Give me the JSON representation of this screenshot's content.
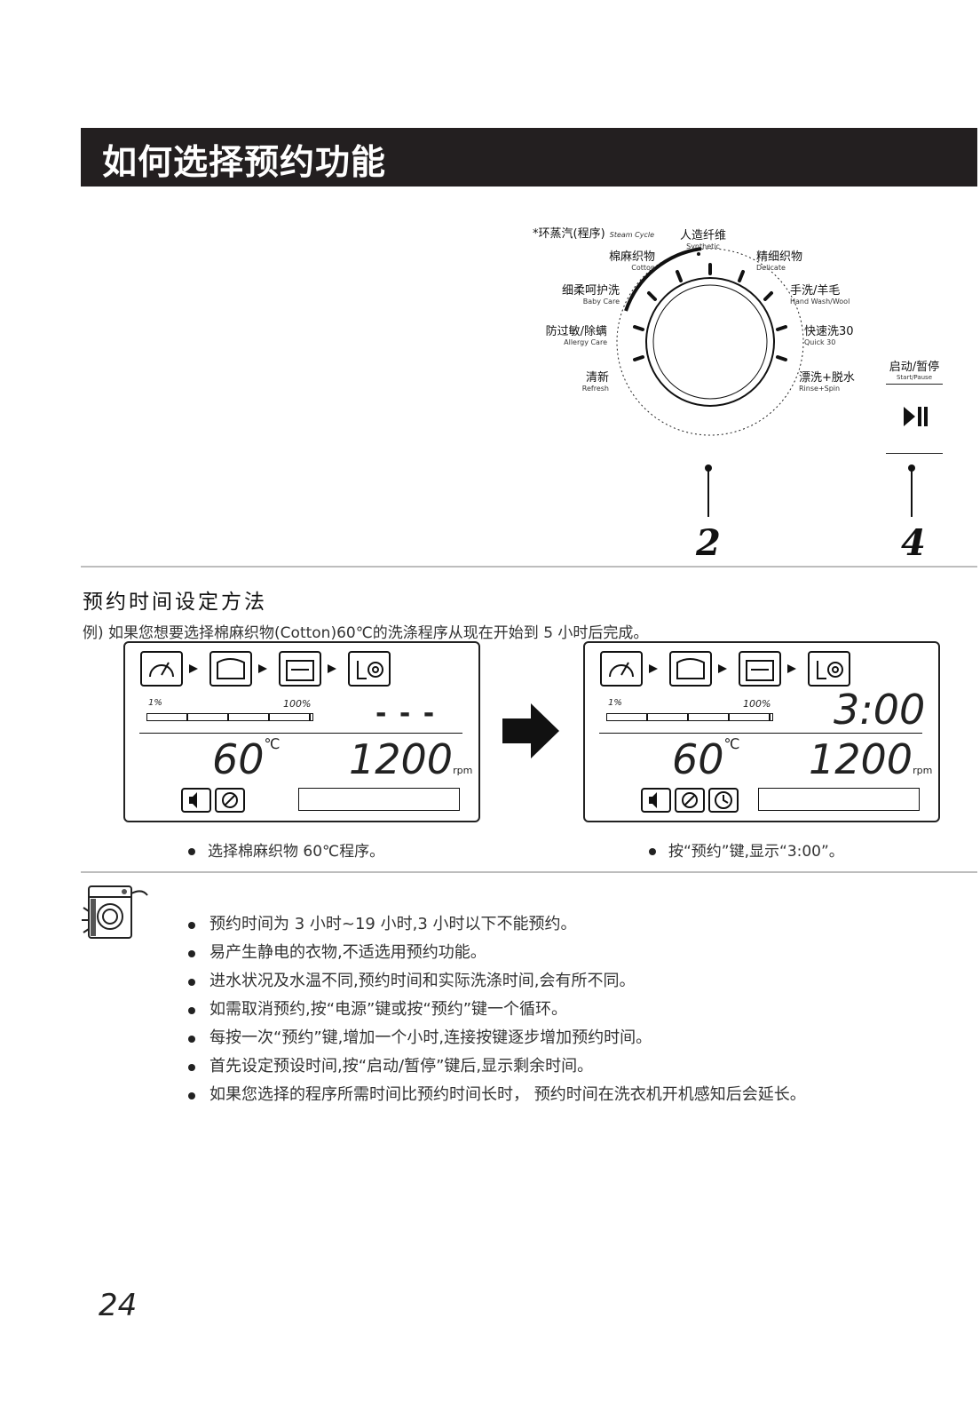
{
  "header": {
    "title": "如何选择预约功能"
  },
  "dial": {
    "labels": [
      {
        "id": "steam",
        "cn": "*环蒸汽(程序)",
        "en": "Steam Cycle"
      },
      {
        "id": "synthetic",
        "cn": "人造纤维",
        "en": "Synthetic"
      },
      {
        "id": "cotton",
        "cn": "棉麻织物",
        "en": "Cotton"
      },
      {
        "id": "delicate",
        "cn": "精细织物",
        "en": "Delicate"
      },
      {
        "id": "babycare",
        "cn": "细柔呵护洗",
        "en": "Baby Care"
      },
      {
        "id": "handwash",
        "cn": "手洗/羊毛",
        "en": "Hand Wash/Wool"
      },
      {
        "id": "allergy",
        "cn": "防过敏/除螨",
        "en": "Allergy Care"
      },
      {
        "id": "quick",
        "cn": "快速洗30",
        "en": "Quick 30"
      },
      {
        "id": "refresh",
        "cn": "清新",
        "en": "Refresh"
      },
      {
        "id": "rinse",
        "cn": "漂洗+脱水",
        "en": "Rinse+Spin"
      }
    ]
  },
  "start_pause": {
    "cn": "启动/暂停",
    "en": "Start/Pause",
    "icon": "play-pause-icon"
  },
  "steps": {
    "dial": "2",
    "start": "4"
  },
  "section": {
    "heading": "预约时间设定方法",
    "example": "例) 如果您想要选择棉麻织物(Cotton)60℃的洗涤程序从现在开始到 5 小时后完成。"
  },
  "panels": [
    {
      "bar_left": "1%",
      "bar_right": "100%",
      "time": "- - -",
      "temp": "60",
      "temp_unit": "℃",
      "spin": "1200",
      "spin_unit": "rpm",
      "caption": "选择棉麻织物 60℃程序。"
    },
    {
      "bar_left": "1%",
      "bar_right": "100%",
      "time": "3:00",
      "temp": "60",
      "temp_unit": "℃",
      "spin": "1200",
      "spin_unit": "rpm",
      "caption": "按“预约”键,显示“3:00”。"
    }
  ],
  "notes": [
    "预约时间为 3 小时~19 小时,3 小时以下不能预约。",
    "易产生静电的衣物,不适选用预约功能。",
    "进水状况及水温不同,预约时间和实际洗涤时间,会有所不同。",
    "如需取消预约,按“电源”键或按“预约”键一个循环。",
    "每按一次“预约”键,增加一个小时,连接按键逐步增加预约时间。",
    "首先设定预设时间,按“启动/暂停”键后,显示剩余时间。",
    "如果您选择的程序所需时间比预约时间长时， 预约时间在洗衣机开机感知后会延长。"
  ],
  "page_number": "24"
}
